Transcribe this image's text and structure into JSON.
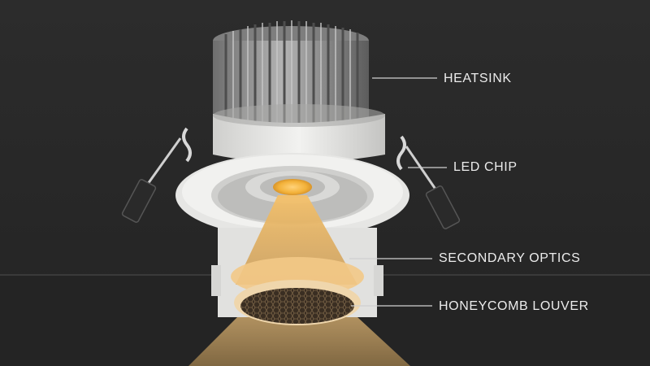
{
  "callouts": {
    "heatsink": "HEATSINK",
    "led_chip": "LED CHIP",
    "secondary_optics": "SECONDARY OPTICS",
    "honeycomb_louver": "HONEYCOMB LOUVER"
  },
  "colors": {
    "background": "#2b2b2b",
    "heatsink_fins": "#8e8e8e",
    "housing_white": "#e6e6e4",
    "led_warm": "#f3b23a",
    "light_beam": "#e9b15a",
    "callout_line": "#d0d0d0",
    "callout_text": "#ececec"
  }
}
